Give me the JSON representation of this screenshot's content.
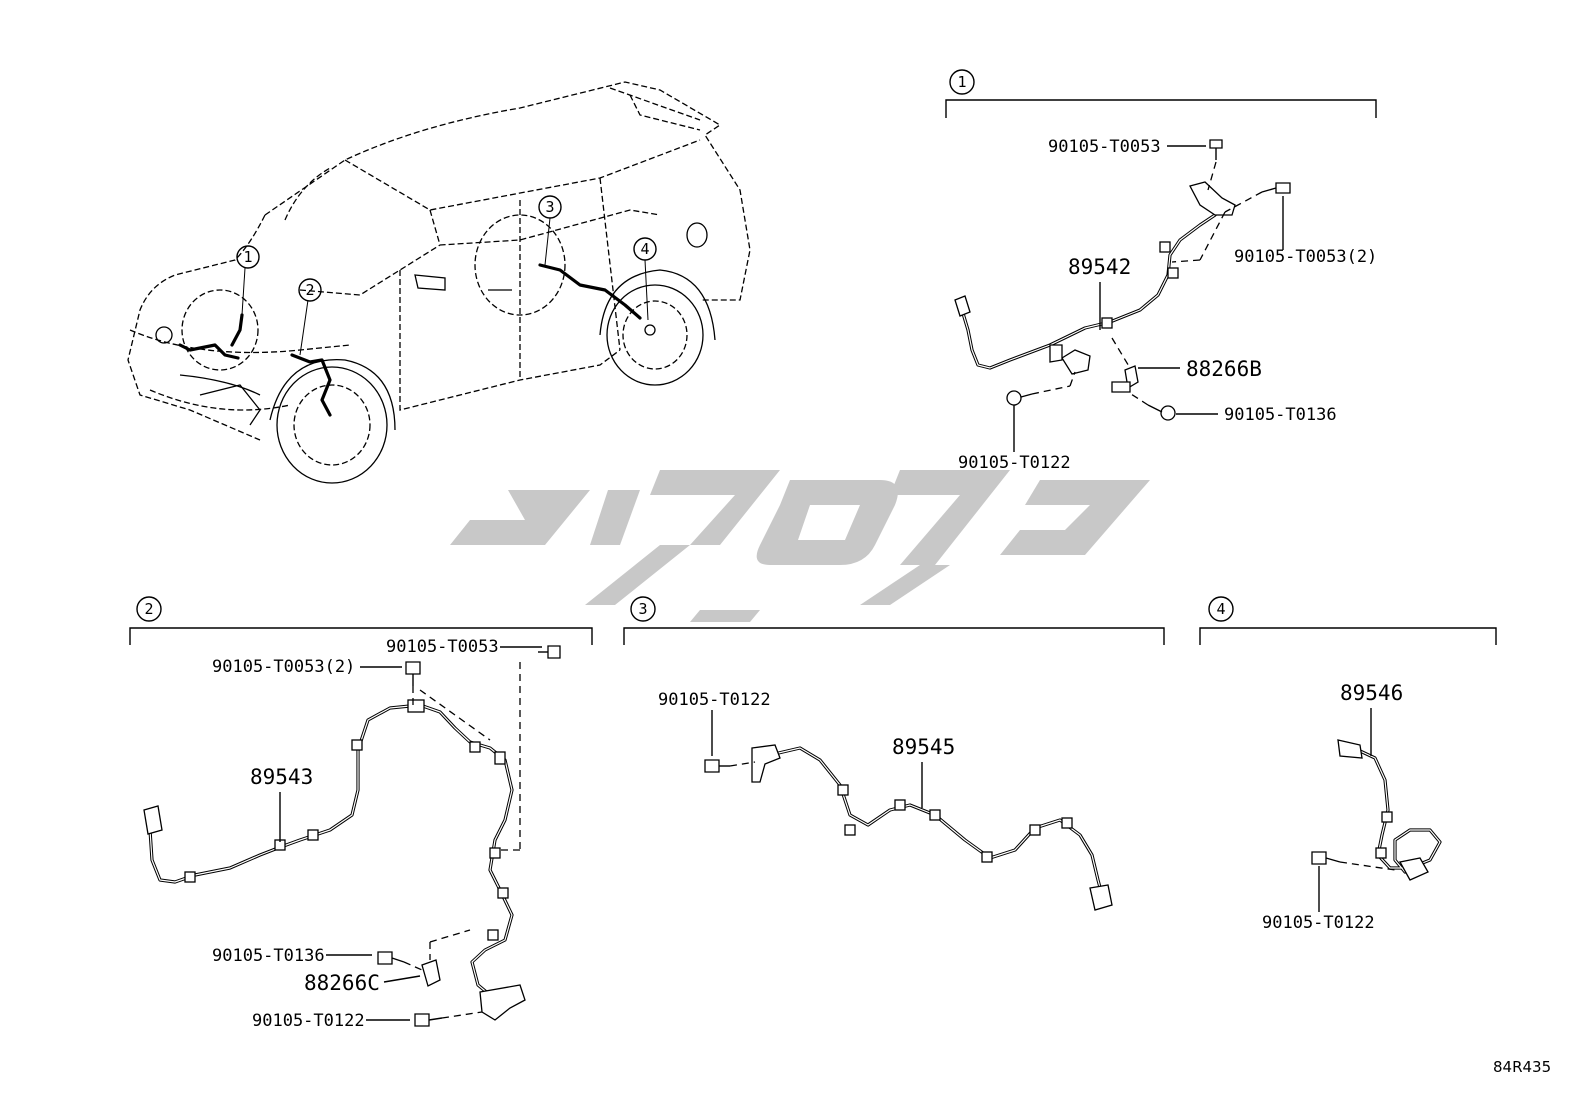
{
  "callouts": {
    "c1": "1",
    "c2": "2",
    "c3": "3",
    "c4": "4"
  },
  "group1": {
    "bolt_top": "90105-T0053",
    "bolt_top2": "90105-T0053(2)",
    "sensor": "89542",
    "bracket": "88266B",
    "bolt_bracket": "90105-T0136",
    "bolt_sensor": "90105-T0122"
  },
  "group2": {
    "bolt_top_right": "90105-T0053",
    "bolt_top_left": "90105-T0053(2)",
    "sensor": "89543",
    "bolt_bracket": "90105-T0136",
    "bracket": "88266C",
    "bolt_sensor": "90105-T0122"
  },
  "group3": {
    "bolt_sensor": "90105-T0122",
    "sensor": "89545"
  },
  "group4": {
    "sensor": "89546",
    "bolt_sensor": "90105-T0122"
  },
  "diagram_code": "84R435",
  "colors": {
    "line": "#000000",
    "watermark": "#c8c8c8",
    "background": "#ffffff"
  }
}
